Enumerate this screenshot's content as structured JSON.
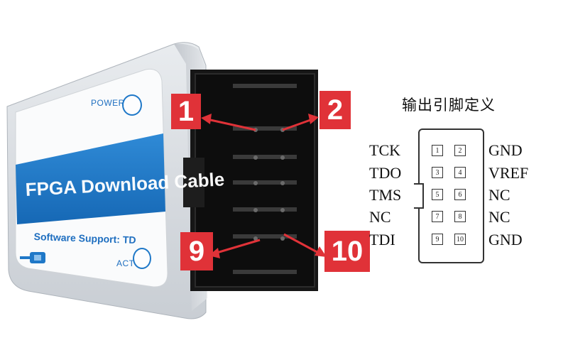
{
  "device": {
    "power_label": "POWER",
    "act_label": "ACT",
    "title": "FPGA Download Cable",
    "support": "Software Support: TD"
  },
  "pin_tags": [
    "1",
    "2",
    "9",
    "10"
  ],
  "pinout": {
    "title": "输出引脚定义",
    "rows": [
      {
        "left_signal": "TCK",
        "left_pin": "1",
        "right_pin": "2",
        "right_signal": "GND"
      },
      {
        "left_signal": "TDO",
        "left_pin": "3",
        "right_pin": "4",
        "right_signal": "VREF"
      },
      {
        "left_signal": "TMS",
        "left_pin": "5",
        "right_pin": "6",
        "right_signal": "NC"
      },
      {
        "left_signal": "NC",
        "left_pin": "7",
        "right_pin": "8",
        "right_signal": "NC"
      },
      {
        "left_signal": "TDI",
        "left_pin": "9",
        "right_pin": "10",
        "right_signal": "GND"
      }
    ]
  },
  "colors": {
    "tag_red": "#e03238",
    "sticker_blue": "#1f78c8"
  }
}
